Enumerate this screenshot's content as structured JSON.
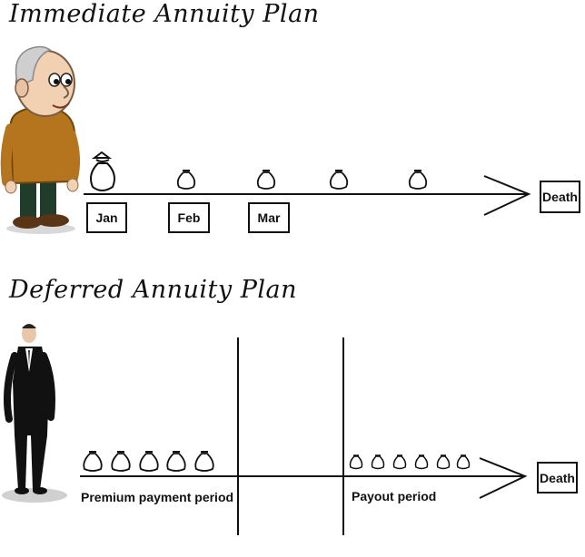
{
  "immediate": {
    "title": "Immediate Annuity Plan",
    "months": [
      "Jan",
      "Feb",
      "Mar"
    ],
    "end_label": "Death"
  },
  "deferred": {
    "title": "Deferred Annuity Plan",
    "premium_label": "Premium payment period",
    "payout_label": "Payout period",
    "end_label": "Death"
  }
}
